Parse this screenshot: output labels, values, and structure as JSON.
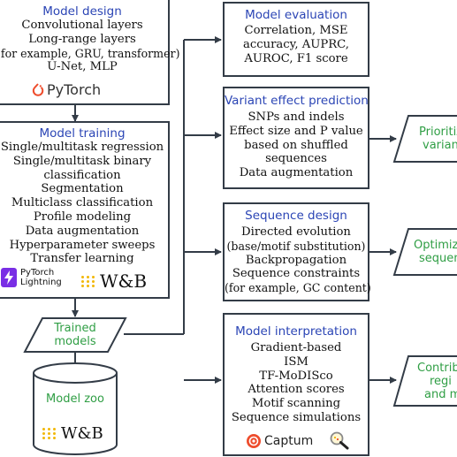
{
  "model_design": {
    "title": "Model design",
    "lines": [
      "Convolutional layers",
      "Long-range layers",
      "(for example, GRU, transformer)",
      "U-Net, MLP"
    ],
    "logo_text": "PyTorch",
    "logo_color": "#ee4c2c"
  },
  "model_training": {
    "title": "Model training",
    "lines": [
      "Single/multitask regression",
      "Single/multitask binary",
      "classification",
      "Segmentation",
      "Multiclass classification",
      "Profile modeling",
      "Data augmentation",
      "Hyperparameter sweeps",
      "Transfer learning"
    ],
    "lightning_line1": "PyTorch",
    "lightning_line2": "Lightning",
    "lightning_color": "#792ee5",
    "wb_text": "W&B"
  },
  "trained_models": {
    "lines": [
      "Trained",
      "models"
    ]
  },
  "model_zoo": {
    "title": "Model zoo",
    "wb_text": "W&B"
  },
  "model_evaluation": {
    "title": "Model evaluation",
    "lines": [
      "Correlation, MSE",
      "accuracy, AUPRC,",
      "AUROC, F1 score"
    ]
  },
  "variant_effect": {
    "title": "Variant effect prediction",
    "lines": [
      "SNPs and indels",
      "Effect size and P value",
      "based on shuffled",
      "sequences",
      "Data augmentation"
    ],
    "output_lines": [
      "Prioritiz",
      "varian"
    ]
  },
  "sequence_design": {
    "title": "Sequence design",
    "lines": [
      "Directed evolution",
      "(base/motif substitution)",
      "Backpropagation",
      "Sequence constraints",
      "(for example, GC content)"
    ],
    "output_lines": [
      "Optimiz",
      "sequen"
    ]
  },
  "model_interpretation": {
    "title": "Model interpretation",
    "lines": [
      "Gradient-based",
      "ISM",
      "TF-MoDISco",
      "Attention scores",
      "Motif scanning",
      "Sequence simulations"
    ],
    "captum_text": "Captum",
    "captum_color": "#ee4c2c",
    "output_lines": [
      "Contrib",
      "regi",
      "and m"
    ]
  },
  "colors": {
    "title_blue": "#2b45b5",
    "output_green": "#2f9e44",
    "stroke": "#333c47",
    "wb_yellow": "#f2b705"
  },
  "icons": [
    "pytorch-flame-icon",
    "lightning-bolt-icon",
    "wandb-dots-icon",
    "captum-icon",
    "magnifier-icon",
    "database-cylinder-icon",
    "arrow-icon"
  ]
}
